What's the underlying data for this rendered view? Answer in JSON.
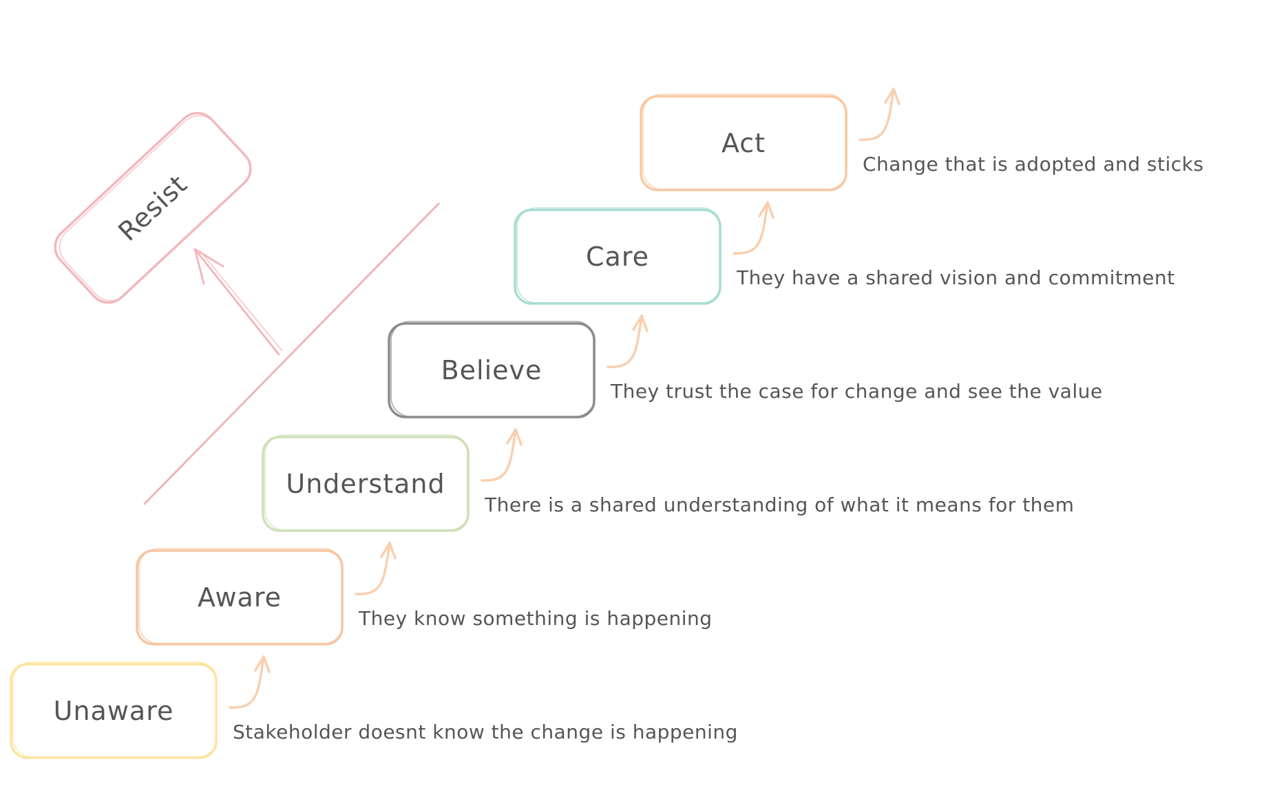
{
  "colors": {
    "text": "#555555",
    "arrow": "#f9cfae",
    "resist": "#f2b8bd",
    "divider": "#efb5b9"
  },
  "steps": [
    {
      "label": "Unaware",
      "description": "Stakeholder doesnt know the change is happening",
      "color": "#fde3a0"
    },
    {
      "label": "Aware",
      "description": "They know something is happening",
      "color": "#f6c6a2"
    },
    {
      "label": "Understand",
      "description": "There is a shared understanding of what it means for them",
      "color": "#cfe0b8"
    },
    {
      "label": "Believe",
      "description": "They trust the case for change and see the value",
      "color": "#8c8c8c"
    },
    {
      "label": "Care",
      "description": "They have a shared vision and commitment",
      "color": "#a9dcd2"
    },
    {
      "label": "Act",
      "description": "Change that is adopted and sticks",
      "color": "#f7c9a2"
    }
  ],
  "resist": {
    "label": "Resist"
  }
}
